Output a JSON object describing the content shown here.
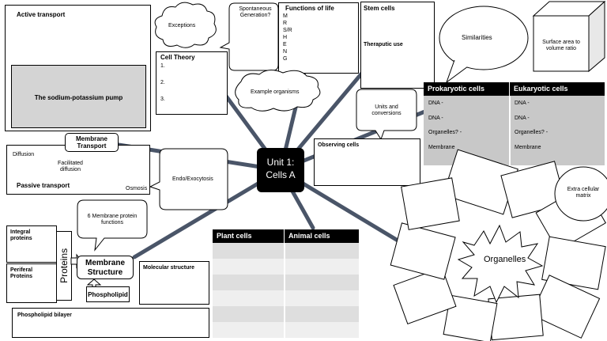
{
  "center": {
    "line1": "Unit 1:",
    "line2": "Cells A"
  },
  "active_transport": {
    "title": "Active transport",
    "pump": "The sodium-potassium pump"
  },
  "membrane_transport": {
    "line1": "Membrane",
    "line2": "Transport"
  },
  "passive": {
    "diffusion": "Diffusion",
    "facilitated_line1": "Facilitated",
    "facilitated_line2": "diffusion",
    "title": "Passive transport",
    "osmosis": "Osmosis"
  },
  "endo": "Endo/Exocytosis",
  "exceptions": "Exceptions",
  "spontaneous": {
    "line1": "Spontaneous",
    "line2": "Generation?"
  },
  "cell_theory": {
    "title": "Cell Theory",
    "items": [
      "1.",
      "2.",
      "3."
    ]
  },
  "example_organisms": "Example organisms",
  "functions_of_life": {
    "title": "Functions of life",
    "letters": [
      "M",
      "R",
      "S/R",
      "H",
      "E",
      "N",
      "G"
    ]
  },
  "stem_cells": {
    "title": "Stem cells",
    "sub": "Theraputic use"
  },
  "similarities": "Similarities",
  "surface_area": {
    "line1": "Surface area to",
    "line2": "volume ratio"
  },
  "units": {
    "line1": "Units and",
    "line2": "conversions"
  },
  "observing": "Observing cells",
  "pro_euk": {
    "pro_header": "Prokaryotic cells",
    "euk_header": "Eukaryotic cells",
    "pro_rows": [
      "DNA -",
      "DNA -",
      "Organelles? -",
      "Membrane"
    ],
    "euk_rows": [
      "DNA -",
      "DNA -",
      "Organelles? -",
      "Membrane"
    ]
  },
  "extra_cellular": {
    "line1": "Extra cellular",
    "line2": "matrix"
  },
  "organelles": "Organelles",
  "membrane_proteins": {
    "line1": "6 Membrane protein",
    "line2": "functions"
  },
  "integral": {
    "line1": "Integral",
    "line2": "proteins"
  },
  "peripheral": {
    "line1": "Periferal",
    "line2": "Proteins"
  },
  "proteins": "Proteins",
  "membrane_structure": {
    "line1": "Membrane",
    "line2": "Structure"
  },
  "phospholipid": "Phospholipid",
  "molecular": "Molecular structure",
  "bilayer": "Phospholipid bilayer",
  "plant_animal": {
    "plant_header": "Plant cells",
    "animal_header": "Animal cells"
  },
  "colors": {
    "line": "#4a5568",
    "table_grey": "#c8c8c8",
    "pump_grey": "#d4d4d4",
    "row_a": "#dedede",
    "row_b": "#efefef"
  }
}
